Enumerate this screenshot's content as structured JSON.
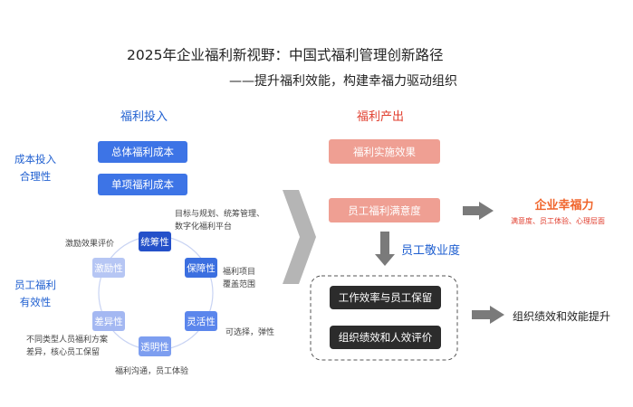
{
  "title": "2025年企业福利新视野：中国式福利管理创新路径",
  "subtitle": "——提升福利效能，构建幸福力驱动组织",
  "input": {
    "heading": "福利投入",
    "cost_label_line1": "成本投入",
    "cost_label_line2": "合理性",
    "total_cost": "总体福利成本",
    "item_cost": "单项福利成本",
    "effect_label_line1": "员工福利",
    "effect_label_line2": "有效性"
  },
  "cycle": {
    "nodes": [
      "统筹性",
      "保障性",
      "灵活性",
      "透明性",
      "差异性",
      "激励性"
    ],
    "notes": {
      "tongchou_line1": "目标与规划、统筹管理、",
      "tongchou_line2": "数字化福利平台",
      "baozhang_line1": "福利项目",
      "baozhang_line2": "覆盖范围",
      "linghuo": "可选择，弹性",
      "touming": "福利沟通，员工体验",
      "chayi_line1": "不同类型人员福利方案",
      "chayi_line2": "差异，核心员工保留",
      "jili": "激励效果评价"
    }
  },
  "output": {
    "heading": "福利产出",
    "effect": "福利实施效果",
    "satisfaction": "员工福利满意度",
    "happiness_title": "企业幸福力",
    "happiness_sub": "满意度、员工体验、心理层面",
    "engagement": "员工敬业度",
    "efficiency": "工作效率与员工保留",
    "evaluation": "组织绩效和人效评价",
    "result": "组织绩效和效能提升"
  },
  "colors": {
    "blue": "#3d74e6",
    "pink": "#ef9f93",
    "red": "#e03c2c",
    "dark": "#2c2c2c",
    "arrow_gray": "#7a7a7a",
    "chevron_gray": "#b5b5b5"
  }
}
